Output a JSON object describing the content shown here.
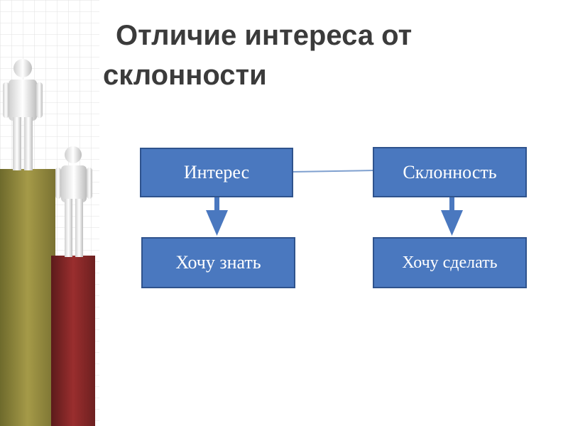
{
  "title": {
    "line1": "Отличие интереса от",
    "line2": "склонности"
  },
  "diagram": {
    "left": {
      "top": "Интерес",
      "bottom": "Хочу знать"
    },
    "right": {
      "top": "Склонность",
      "bottom": "Хочу сделать"
    }
  },
  "colors": {
    "box_fill": "#4a78bf",
    "box_border": "#2f538d",
    "arrow": "#4a78bf",
    "title": "#3b3b3b"
  },
  "icons": [
    "person-figure-icon",
    "down-arrow-icon"
  ]
}
